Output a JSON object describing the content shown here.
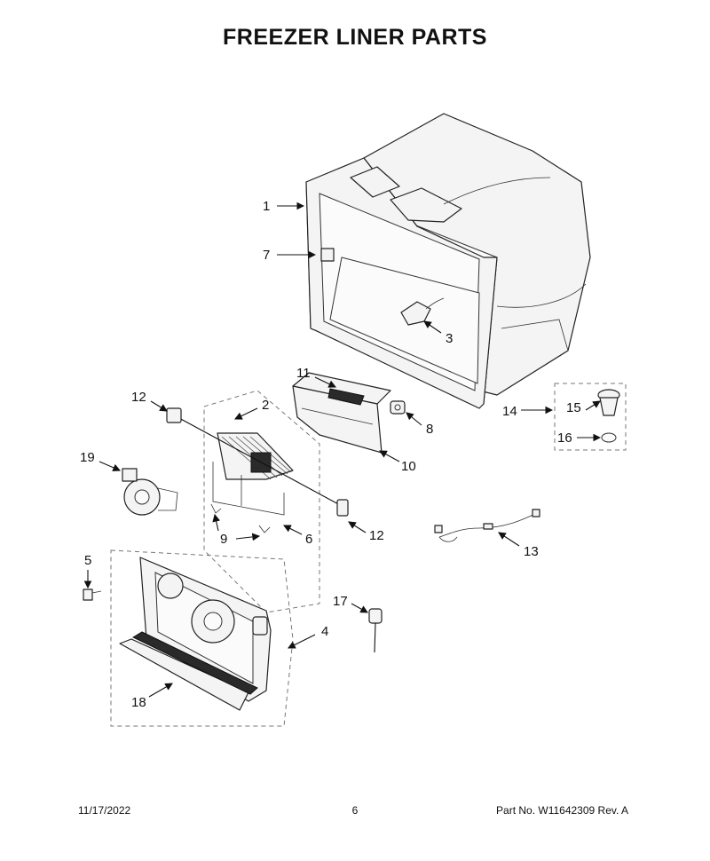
{
  "header": {
    "title": "FREEZER LINER PARTS"
  },
  "callouts": {
    "c1": "1",
    "c2": "2",
    "c3": "3",
    "c4": "4",
    "c5": "5",
    "c6": "6",
    "c7": "7",
    "c8": "8",
    "c9": "9",
    "c10": "10",
    "c11": "11",
    "c12a": "12",
    "c12b": "12",
    "c13": "13",
    "c14": "14",
    "c15": "15",
    "c16": "16",
    "c17": "17",
    "c18": "18",
    "c19": "19"
  },
  "footer": {
    "date": "11/17/2022",
    "page": "6",
    "part_number": "Part No.  W11642309  Rev.  A"
  },
  "colors": {
    "line": "#222222",
    "fill": "#f4f4f4",
    "dashed_box": "#777777"
  }
}
